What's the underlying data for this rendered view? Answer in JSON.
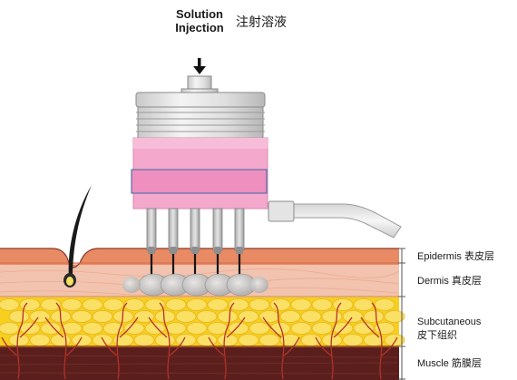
{
  "header": {
    "title_line1": "Solution",
    "title_line2": "Injection",
    "title_cn": "注射溶液"
  },
  "layers": [
    {
      "key": "epidermis",
      "en": "Epidermis",
      "cn": "表皮层"
    },
    {
      "key": "dermis",
      "en": "Dermis",
      "cn": "真皮层"
    },
    {
      "key": "subcutaneous",
      "en": "Subcutaneous",
      "cn": "皮下组织"
    },
    {
      "key": "muscle",
      "en": "Muscle",
      "cn": "筋膜层"
    }
  ],
  "colors": {
    "epidermis": "#e8906a",
    "dermis": "#f3c8b4",
    "fat": "#f7d020",
    "muscle": "#5a1f1c",
    "device_body": "#e7e7e7",
    "device_band": "#f2a3c9",
    "vessel": "#b4322c"
  },
  "icons": {
    "arrow": "arrow-down-icon",
    "hair": "hair-follicle-icon"
  }
}
